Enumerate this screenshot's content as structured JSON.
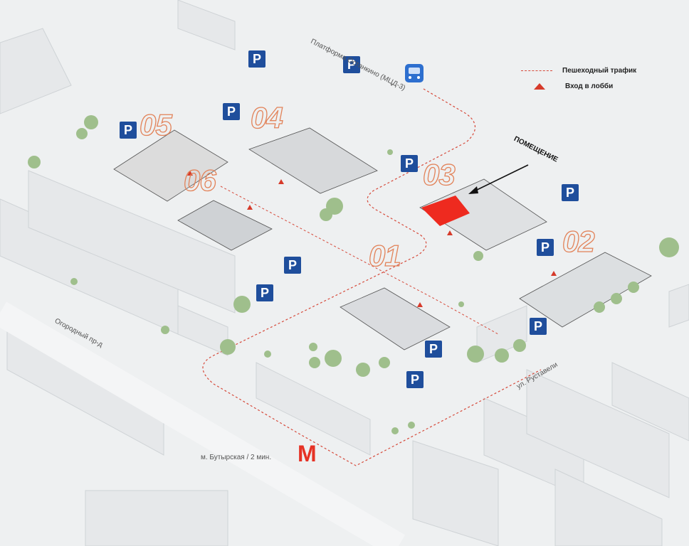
{
  "legend": {
    "pedestrian_traffic": "Пешеходный трафик",
    "lobby_entrance": "Вход в лобби",
    "traffic_color": "#d64a3b",
    "entrance_color": "#d63a2a"
  },
  "labels": {
    "platform": "Платформа Останкино (МЦД-3)",
    "premises": "ПОМЕЩЕНИЕ",
    "metro": "м. Бутырская / 2 мин.",
    "street_ogorodny": "Огородный пр-д",
    "street_rustaveli": "ул. Руставели"
  },
  "buildings": {
    "b01": "01",
    "b02": "02",
    "b03": "03",
    "b04": "04",
    "b05": "05",
    "b06": "06"
  },
  "parking_label": "P",
  "parking_color": "#1f4e9c",
  "premises_color": "#ee2a1f",
  "icons": [
    "train-icon",
    "metro-icon",
    "parking-icon",
    "lobby-entrance-icon",
    "arrow-icon"
  ]
}
